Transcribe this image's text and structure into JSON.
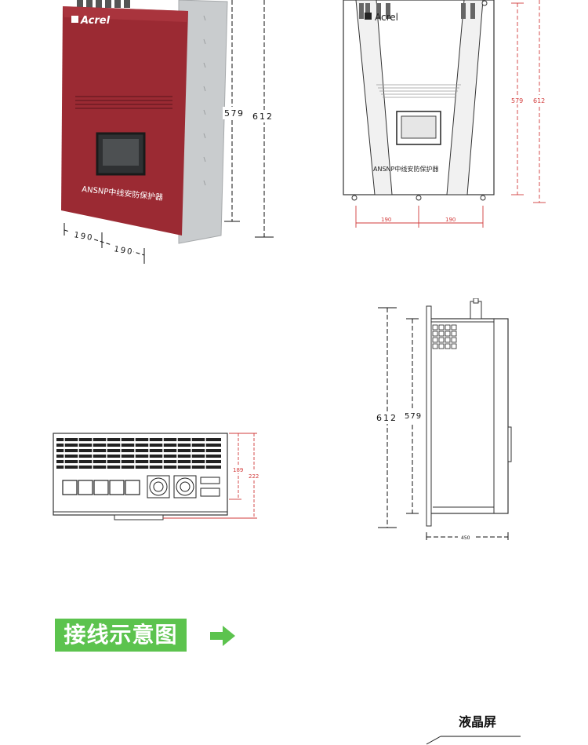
{
  "product": {
    "brand": "Acrel",
    "panel_text": "ANSNP中线安防保护器"
  },
  "photo_dimensions": {
    "height_inner": "579",
    "height_outer": "612",
    "width_left": "190",
    "width_right": "190"
  },
  "front_drawing": {
    "height_inner": "579",
    "height_outer": "612",
    "width_left": "190",
    "width_right": "190"
  },
  "bottom_drawing": {
    "height_inner": "189",
    "height_outer": "222"
  },
  "side_drawing": {
    "height_outer": "612",
    "height_inner": "579",
    "depth": "450"
  },
  "section": {
    "title": "接线示意图"
  },
  "wiring": {
    "lcd_label": "液晶屏"
  },
  "colors": {
    "cabinet_red": "#9b2a33",
    "accent_green": "#5cc34e",
    "dim_red": "#d23b3b"
  }
}
